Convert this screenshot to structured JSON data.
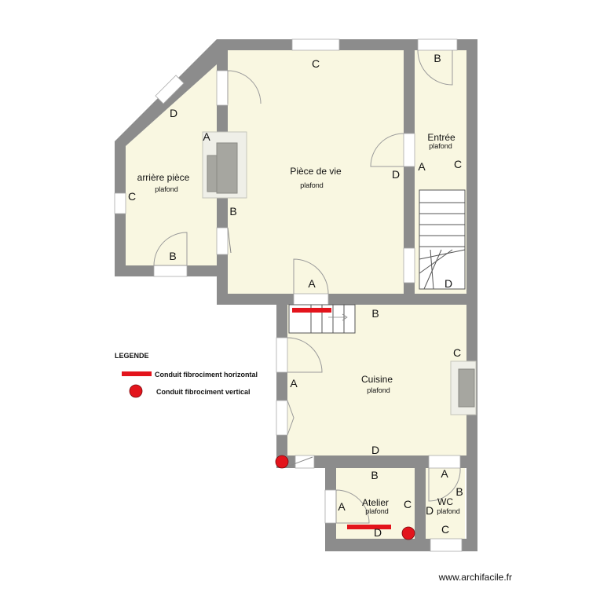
{
  "rooms": [
    {
      "id": "arriere-piece",
      "name": "arrière pièce",
      "sub": "plafond"
    },
    {
      "id": "piece-de-vie",
      "name": "Pièce de vie",
      "sub": "plafond"
    },
    {
      "id": "entree",
      "name": "Entrée",
      "sub": "plafond"
    },
    {
      "id": "cuisine",
      "name": "Cuisine",
      "sub": "plafond"
    },
    {
      "id": "atelier",
      "name": "Atelier",
      "sub": "plafond"
    },
    {
      "id": "wc",
      "name": "WC",
      "sub": "plafond"
    }
  ],
  "wall_labels": {
    "A": "A",
    "B": "B",
    "C": "C",
    "D": "D"
  },
  "legend": {
    "title": "LEGENDE",
    "horizontal": "Conduit fibrociment horizontal",
    "vertical": "Conduit fibrociment vertical"
  },
  "credit": "www.archifacile.fr",
  "colors": {
    "room_fill": "#f9f7e1",
    "wall": "#8c8c8c",
    "duct": "#e3141c"
  }
}
